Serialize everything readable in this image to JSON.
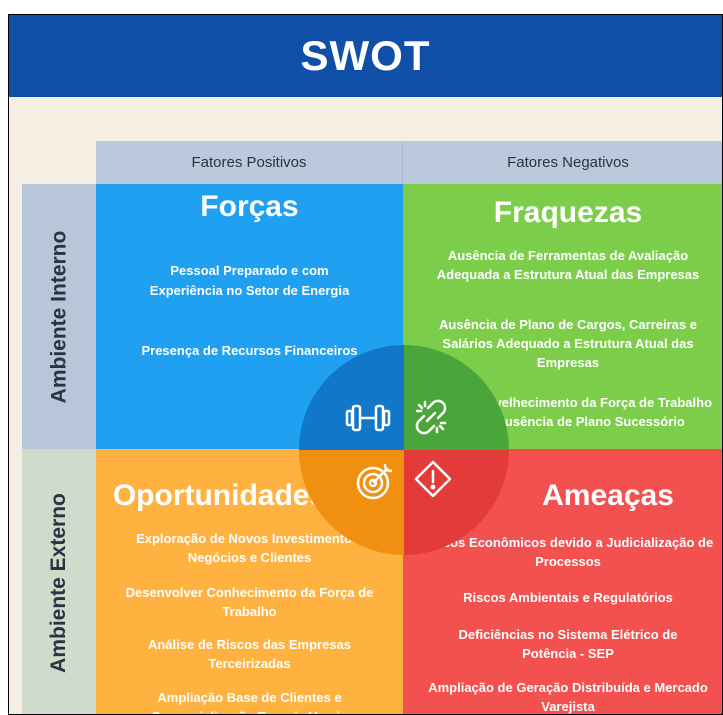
{
  "header": {
    "title": "SWOT"
  },
  "columns": {
    "positive": "Fatores Positivos",
    "negative": "Fatores Negativos"
  },
  "rows": {
    "internal": "Ambiente Interno",
    "external": "Ambiente Externo"
  },
  "strengths": {
    "title": "Forças",
    "items": [
      "Pessoal Preparado e com",
      "Experiência no Setor de Energia",
      "Presença de Recursos Financeiros"
    ]
  },
  "weaknesses": {
    "title": "Fraquezas",
    "items": [
      "Ausência de Ferramentas de Avaliação",
      "Adequada a Estrutura Atual das Empresas",
      "Ausência de Plano de Cargos, Carreiras e",
      "Salários Adequado a Estrutura Atual das",
      "Empresas",
      "Envelhecimento da Força de Trabalho",
      "e Ausência de Plano Sucessório"
    ]
  },
  "opportunities": {
    "title": "Oportunidades",
    "items": [
      "Exploração de Novos Investimentos,",
      "Negócios e Clientes",
      "Desenvolver Conhecimento da Força de",
      "Trabalho",
      "Análise de Riscos das Empresas",
      "Terceirizadas",
      "Ampliação Base de Clientes e",
      "Comercialização Energia Varejo"
    ]
  },
  "threats": {
    "title": "Ameaças",
    "items": [
      "Riscos Econômicos devido a Judicialização de",
      "Processos",
      "Riscos Ambientais e Regulatórios",
      "Deficiências no Sistema Elétrico de",
      "Potência - SEP",
      "Ampliação de Geração Distribuída e Mercado",
      "Varejista"
    ]
  },
  "icons": [
    "dumbbell-icon",
    "broken-link-icon",
    "target-icon",
    "warning-icon"
  ],
  "colors": {
    "header": "#0f4fa8",
    "strengths": "#1fa0f0",
    "weaknesses": "#7ccd4a",
    "opportunities": "#ffb23f",
    "threats": "#f2514f"
  }
}
